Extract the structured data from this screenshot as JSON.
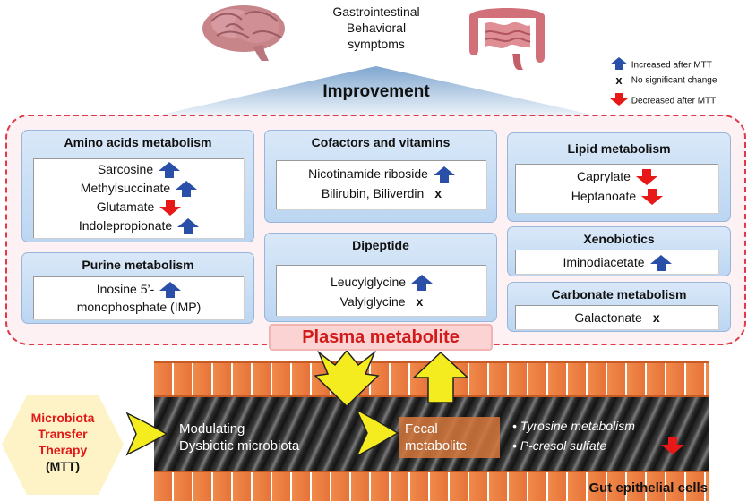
{
  "header": {
    "symptoms": [
      "Gastrointestinal",
      "Behavioral",
      "symptoms"
    ],
    "improvement": "Improvement"
  },
  "legend": {
    "increased": "Increased after MTT",
    "no_change_symbol": "x",
    "no_change": "No significant change",
    "decreased": "Decreased after MTT"
  },
  "colors": {
    "up": "#2a4fa8",
    "down": "#e81818",
    "border": "#e03a48",
    "plasma_text": "#d11a1a"
  },
  "panels": {
    "amino": {
      "title": "Amino acids metabolism",
      "items": [
        {
          "name": "Sarcosine",
          "change": "up"
        },
        {
          "name": "Methylsuccinate",
          "change": "up"
        },
        {
          "name": "Glutamate",
          "change": "down"
        },
        {
          "name": "Indolepropionate",
          "change": "up"
        }
      ]
    },
    "purine": {
      "title": "Purine metabolism",
      "items": [
        {
          "name": "Inosine 5’-",
          "change": "up"
        },
        {
          "name": "monophosphate (IMP)",
          "change": ""
        }
      ]
    },
    "cofactors": {
      "title": "Cofactors and vitamins",
      "items": [
        {
          "name": "Nicotinamide riboside",
          "change": "up"
        },
        {
          "name": "Bilirubin, Biliverdin",
          "change": "none"
        }
      ]
    },
    "dipeptide": {
      "title": "Dipeptide",
      "items": [
        {
          "name": "Leucylglycine",
          "change": "up"
        },
        {
          "name": "Valylglycine",
          "change": "none"
        }
      ]
    },
    "lipid": {
      "title": "Lipid metabolism",
      "items": [
        {
          "name": "Caprylate",
          "change": "down"
        },
        {
          "name": "Heptanoate",
          "change": "down"
        }
      ]
    },
    "xenobiotics": {
      "title": "Xenobiotics",
      "items": [
        {
          "name": "Iminodiacetate",
          "change": "up"
        }
      ]
    },
    "carbonate": {
      "title": "Carbonate metabolism",
      "items": [
        {
          "name": "Galactonate",
          "change": "none"
        }
      ]
    }
  },
  "plasma_label": "Plasma metabolite",
  "gut": {
    "modulating": [
      "Modulating",
      "Dysbiotic microbiota"
    ],
    "fecal": [
      "Fecal",
      "metabolite"
    ],
    "fecal_items": [
      {
        "name": "Tyrosine metabolism",
        "change": ""
      },
      {
        "name": "P-cresol sulfate",
        "change": "down"
      }
    ],
    "epithelial": "Gut epithelial cells"
  },
  "mtt": {
    "lines": [
      "Microbiota",
      "Transfer",
      "Therapy"
    ],
    "abbr": "(MTT)"
  },
  "icons": [
    "brain-icon",
    "intestine-icon",
    "increase-arrow-icon",
    "decrease-arrow-icon",
    "no-change-icon",
    "star-arrow-icon"
  ]
}
